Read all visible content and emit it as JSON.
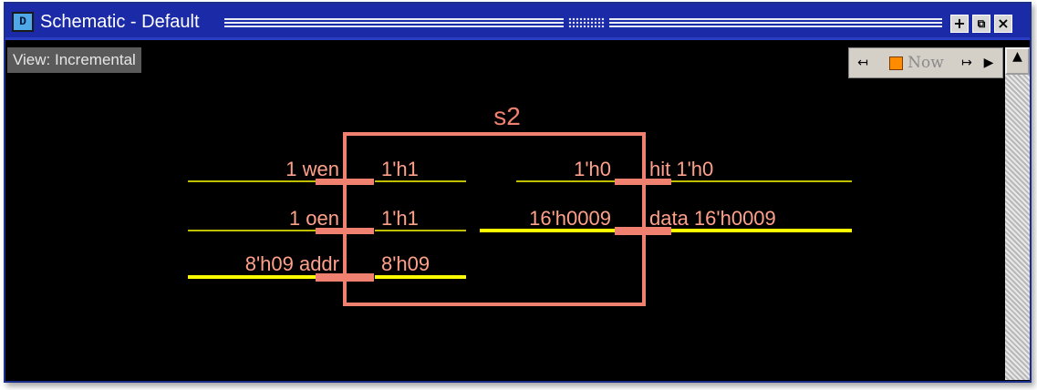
{
  "window": {
    "title": "Schematic - Default",
    "icon_name": "schematic-app-icon",
    "controls": [
      "maximize-icon",
      "restore-icon",
      "close-icon"
    ]
  },
  "view_label": "View: Incremental",
  "toolbar": {
    "now_label": "Now",
    "icons": [
      "goto-previous-icon",
      "now-marker-icon",
      "goto-next-icon",
      "play-arrow-icon"
    ]
  },
  "scrollbar": {
    "up_icon": "scroll-up-arrow-icon"
  },
  "colors": {
    "background": "#000000",
    "block": "#f08070",
    "wire": "#ffff00",
    "titlebar": "#1b2aa6"
  },
  "schematic": {
    "instance_name": "s2",
    "inputs": [
      {
        "outer": "1 wen",
        "inner": "1'h1"
      },
      {
        "outer": "1 oen",
        "inner": "1'h1"
      },
      {
        "outer": "8'h09 addr",
        "inner": "8'h09"
      }
    ],
    "outputs": [
      {
        "inner": "1'h0",
        "outer": "hit 1'h0"
      },
      {
        "inner": "16'h0009",
        "outer": "data 16'h0009"
      }
    ]
  }
}
